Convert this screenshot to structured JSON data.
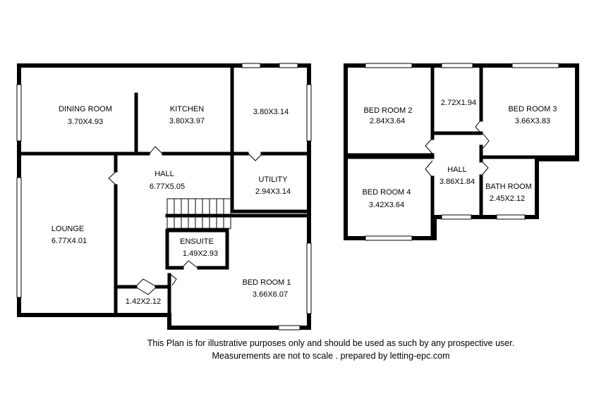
{
  "ground_floor": {
    "rooms": [
      {
        "name": "DINING ROOM",
        "size": "3.70X4.93"
      },
      {
        "name": "KITCHEN",
        "size": "3.80X3.97"
      },
      {
        "name": "",
        "size": "3.80X3.14"
      },
      {
        "name": "HALL",
        "size": "6.77X5.05"
      },
      {
        "name": "UTILITY",
        "size": "2.94X3.14"
      },
      {
        "name": "LOUNGE",
        "size": "6.77X4.01"
      },
      {
        "name": "ENSUITE",
        "size": "1.49X2.93"
      },
      {
        "name": "BED ROOM 1",
        "size": "3.66X6.07"
      },
      {
        "name": "",
        "size": "1.42X2.12"
      }
    ]
  },
  "first_floor": {
    "rooms": [
      {
        "name": "BED ROOM 2",
        "size": "2.84X3.64"
      },
      {
        "name": "",
        "size": "2.72X1.94"
      },
      {
        "name": "BED ROOM 3",
        "size": "3.66X3.83"
      },
      {
        "name": "HALL",
        "size": "3.86X1.84"
      },
      {
        "name": "BED ROOM 4",
        "size": "3.42X3.64"
      },
      {
        "name": "BATH ROOM",
        "size": "2.45X2.12"
      }
    ]
  },
  "disclaimer": {
    "line1": "This Plan is for illustrative purposes only and should be used as such by any prospective user.",
    "line2": "Measurements are not to scale . prepared by  letting-epc.com"
  }
}
